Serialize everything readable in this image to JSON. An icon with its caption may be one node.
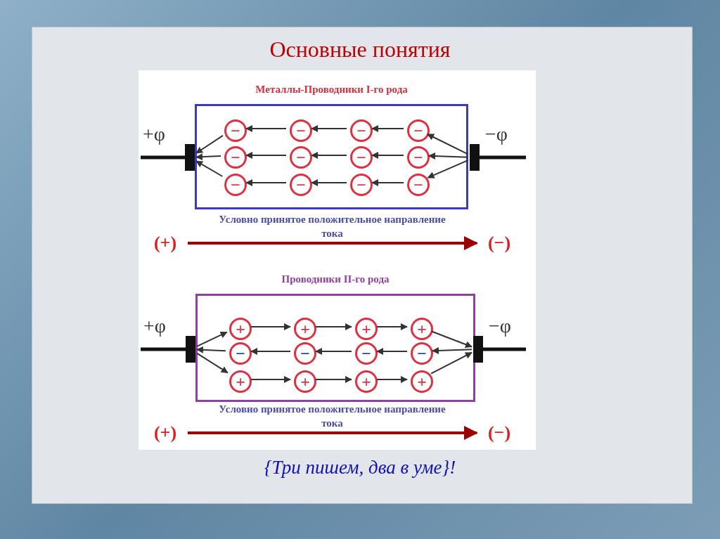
{
  "diagram": {
    "title": "Основные понятия",
    "caption": "{Три пишем, два в уме}!",
    "nodes": [
      {
        "text": [
          "Металлы-Проводники I-го рода"
        ]
      },
      {
        "text": [],
        "shape": "bar",
        "beside": [
          "+φ"
        ]
      },
      {
        "text": [],
        "shape": "bar",
        "beside": [
          "−φ"
        ]
      },
      {
        "text": [
          "−"
        ],
        "in": 0
      },
      {
        "text": [
          "−"
        ],
        "in": 0
      },
      {
        "text": [
          "−"
        ],
        "in": 0
      },
      {
        "text": [
          "−"
        ],
        "in": 0
      },
      {
        "text": [
          "−"
        ],
        "in": 0
      },
      {
        "text": [
          "−"
        ],
        "in": 0
      },
      {
        "text": [
          "−"
        ],
        "in": 0
      },
      {
        "text": [
          "−"
        ],
        "in": 0
      },
      {
        "text": [
          "−"
        ],
        "in": 0
      },
      {
        "text": [
          "−"
        ],
        "in": 0
      },
      {
        "text": [
          "−"
        ],
        "in": 0
      },
      {
        "text": [
          "−"
        ],
        "in": 0
      },
      {
        "text": [
          "(+)"
        ]
      },
      {
        "text": [
          "(−)"
        ]
      },
      {
        "text": [
          "Проводники II-го рода"
        ]
      },
      {
        "text": [],
        "shape": "bar",
        "beside": [
          "+φ"
        ]
      },
      {
        "text": [],
        "shape": "bar",
        "beside": [
          "−φ"
        ]
      },
      {
        "text": [
          "+"
        ],
        "in": 17
      },
      {
        "text": [
          "+"
        ],
        "in": 17
      },
      {
        "text": [
          "+"
        ],
        "in": 17
      },
      {
        "text": [
          "+"
        ],
        "in": 17
      },
      {
        "text": [
          "−"
        ],
        "in": 17
      },
      {
        "text": [
          "−"
        ],
        "in": 17
      },
      {
        "text": [
          "−"
        ],
        "in": 17
      },
      {
        "text": [
          "−"
        ],
        "in": 17
      },
      {
        "text": [
          "+"
        ],
        "in": 17
      },
      {
        "text": [
          "+"
        ],
        "in": 17
      },
      {
        "text": [
          "+"
        ],
        "in": 17
      },
      {
        "text": [
          "+"
        ],
        "in": 17
      },
      {
        "text": [
          "(+)"
        ]
      },
      {
        "text": [
          "(−)"
        ]
      }
    ],
    "edges": [
      {
        "from": 2,
        "to": 6,
        "arrow": "to"
      },
      {
        "from": 6,
        "to": 5,
        "arrow": "to"
      },
      {
        "from": 5,
        "to": 4,
        "arrow": "to"
      },
      {
        "from": 4,
        "to": 3,
        "arrow": "to"
      },
      {
        "from": 3,
        "to": 1,
        "arrow": "to"
      },
      {
        "from": 2,
        "to": 10,
        "arrow": "to"
      },
      {
        "from": 10,
        "to": 9,
        "arrow": "to"
      },
      {
        "from": 9,
        "to": 8,
        "arrow": "to"
      },
      {
        "from": 8,
        "to": 7,
        "arrow": "to"
      },
      {
        "from": 7,
        "to": 1,
        "arrow": "to"
      },
      {
        "from": 2,
        "to": 14,
        "arrow": "to"
      },
      {
        "from": 14,
        "to": 13,
        "arrow": "to"
      },
      {
        "from": 13,
        "to": 12,
        "arrow": "to"
      },
      {
        "from": 12,
        "to": 11,
        "arrow": "to"
      },
      {
        "from": 11,
        "to": 1,
        "arrow": "to"
      },
      {
        "from": 15,
        "to": 16,
        "arrow": "to",
        "label": "Условно принятое положительное направление тока",
        "style": "thick",
        "color": "#990000"
      },
      {
        "from": 18,
        "to": 20,
        "arrow": "to"
      },
      {
        "from": 20,
        "to": 21,
        "arrow": "to"
      },
      {
        "from": 21,
        "to": 22,
        "arrow": "to"
      },
      {
        "from": 22,
        "to": 23,
        "arrow": "to"
      },
      {
        "from": 23,
        "to": 19,
        "arrow": "to"
      },
      {
        "from": 19,
        "to": 27,
        "arrow": "to"
      },
      {
        "from": 27,
        "to": 26,
        "arrow": "to"
      },
      {
        "from": 26,
        "to": 25,
        "arrow": "to"
      },
      {
        "from": 25,
        "to": 24,
        "arrow": "to"
      },
      {
        "from": 24,
        "to": 18,
        "arrow": "to"
      },
      {
        "from": 18,
        "to": 28,
        "arrow": "to"
      },
      {
        "from": 28,
        "to": 29,
        "arrow": "to"
      },
      {
        "from": 29,
        "to": 30,
        "arrow": "to"
      },
      {
        "from": 30,
        "to": 31,
        "arrow": "to"
      },
      {
        "from": 31,
        "to": 19,
        "arrow": "to"
      },
      {
        "from": 32,
        "to": 33,
        "arrow": "to",
        "label": "Условно принятое положительное направление тока",
        "style": "thick",
        "color": "#990000"
      }
    ]
  }
}
